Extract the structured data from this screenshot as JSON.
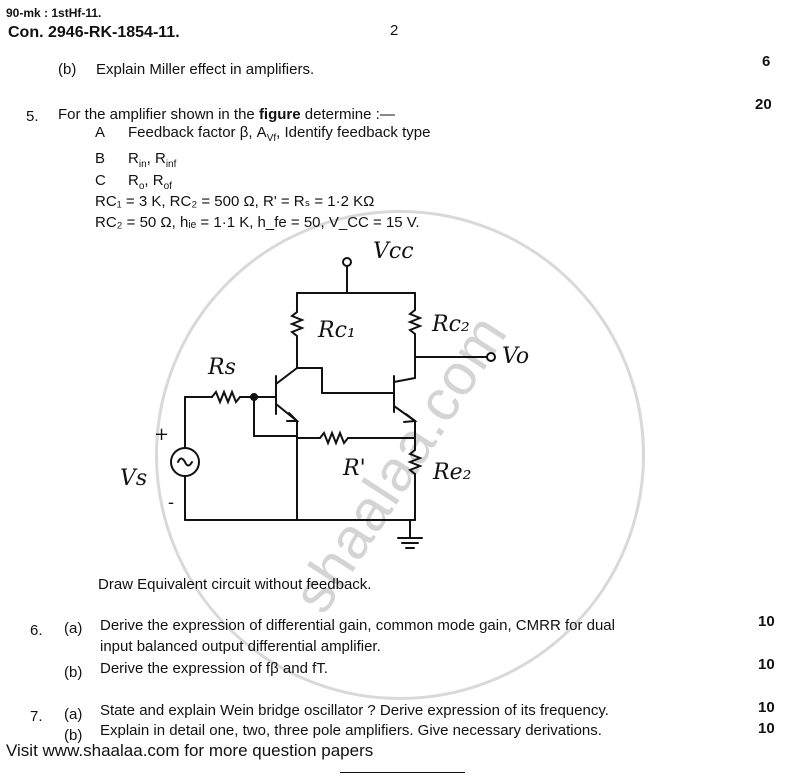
{
  "header": {
    "code": "90-mk : 1stHf-11.",
    "paper": "Con. 2946-RK-1854-11.",
    "page_number": "2"
  },
  "watermark": "shaalaa.com",
  "q4b": {
    "label": "(b)",
    "text": "Explain Miller effect in amplifiers.",
    "marks": "6"
  },
  "q5": {
    "number": "5.",
    "text_before": "For the amplifier shown in the ",
    "text_bold": "figure",
    "text_after": " determine :—",
    "marks": "20",
    "parts": [
      {
        "label": "A",
        "text": "Feedback factor β, A",
        "sub": "Vf",
        "text2": ", Identify feedback type"
      },
      {
        "label": "B",
        "text": "R",
        "sub": "in",
        "text2": ", R",
        "sub2": "inf"
      },
      {
        "label": "C",
        "text": "R",
        "sub": "o",
        "text2": ", R",
        "sub2": "of"
      }
    ],
    "given_line1": "RC₁ = 3 K,  RC₂ = 500 Ω,  R' = Rₛ = 1·2 KΩ",
    "given_line2": "RC₂ = 50 Ω,  hᵢₑ = 1·1 K,   h_fe = 50,  V_CC = 15 V.",
    "instruction": "Draw Equivalent circuit without feedback."
  },
  "circuit_labels": {
    "vcc": "Vcc",
    "rc1": "Rc₁",
    "rc2": "Rc₂",
    "vo": "Vo",
    "rs": "Rs",
    "vs": "Vs",
    "r_prime": "R'",
    "re2": "Re₂",
    "plus": "+",
    "minus": "-"
  },
  "q6": {
    "number": "6.",
    "a_label": "(a)",
    "a_text_line1": "Derive the expression of differential gain, common mode gain, CMRR for dual",
    "a_text_line2": "input balanced output differential amplifier.",
    "a_marks": "10",
    "b_label": "(b)",
    "b_text": "Derive the expression of fβ and fT.",
    "b_marks": "10"
  },
  "q7": {
    "number": "7.",
    "a_label": "(a)",
    "a_text": "State and explain Wein bridge oscillator ?  Derive expression of its frequency.",
    "a_marks": "10",
    "b_label": "(b)",
    "b_text": "Explain in detail one, two, three pole amplifiers.  Give necessary derivations.",
    "b_marks": "10"
  },
  "footer": {
    "text": "Visit www.shaalaa.com for more question papers"
  }
}
